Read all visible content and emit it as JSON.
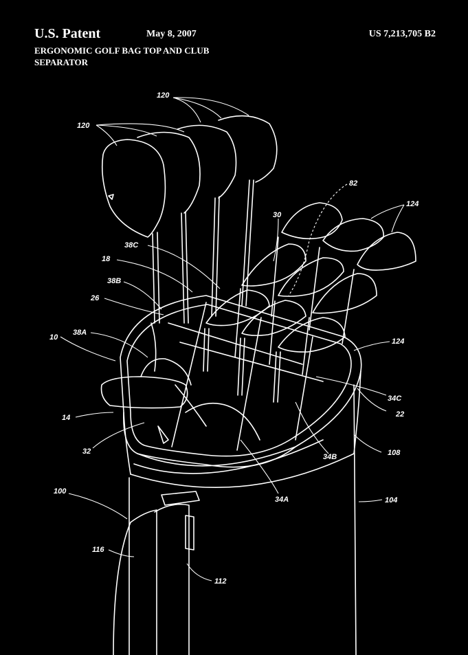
{
  "header": {
    "patent_label": "U.S. Patent",
    "date": "May 8, 2007",
    "patent_number": "US 7,213,705 B2",
    "title_line1": "ERGONOMIC GOLF BAG TOP AND CLUB",
    "title_line2": "SEPARATOR"
  },
  "reference_numerals": {
    "r120_top": "120",
    "r120_left": "120",
    "r82": "82",
    "r124_top": "124",
    "r30": "30",
    "r38C": "38C",
    "r18": "18",
    "r38B": "38B",
    "r26": "26",
    "r38A": "38A",
    "r10": "10",
    "r124_right": "124",
    "r34C": "34C",
    "r22": "22",
    "r14": "14",
    "r32": "32",
    "r34B": "34B",
    "r108": "108",
    "r100": "100",
    "r34A": "34A",
    "r104": "104",
    "r116": "116",
    "r112": "112"
  },
  "colors": {
    "background": "#000000",
    "line": "#ffffff"
  }
}
